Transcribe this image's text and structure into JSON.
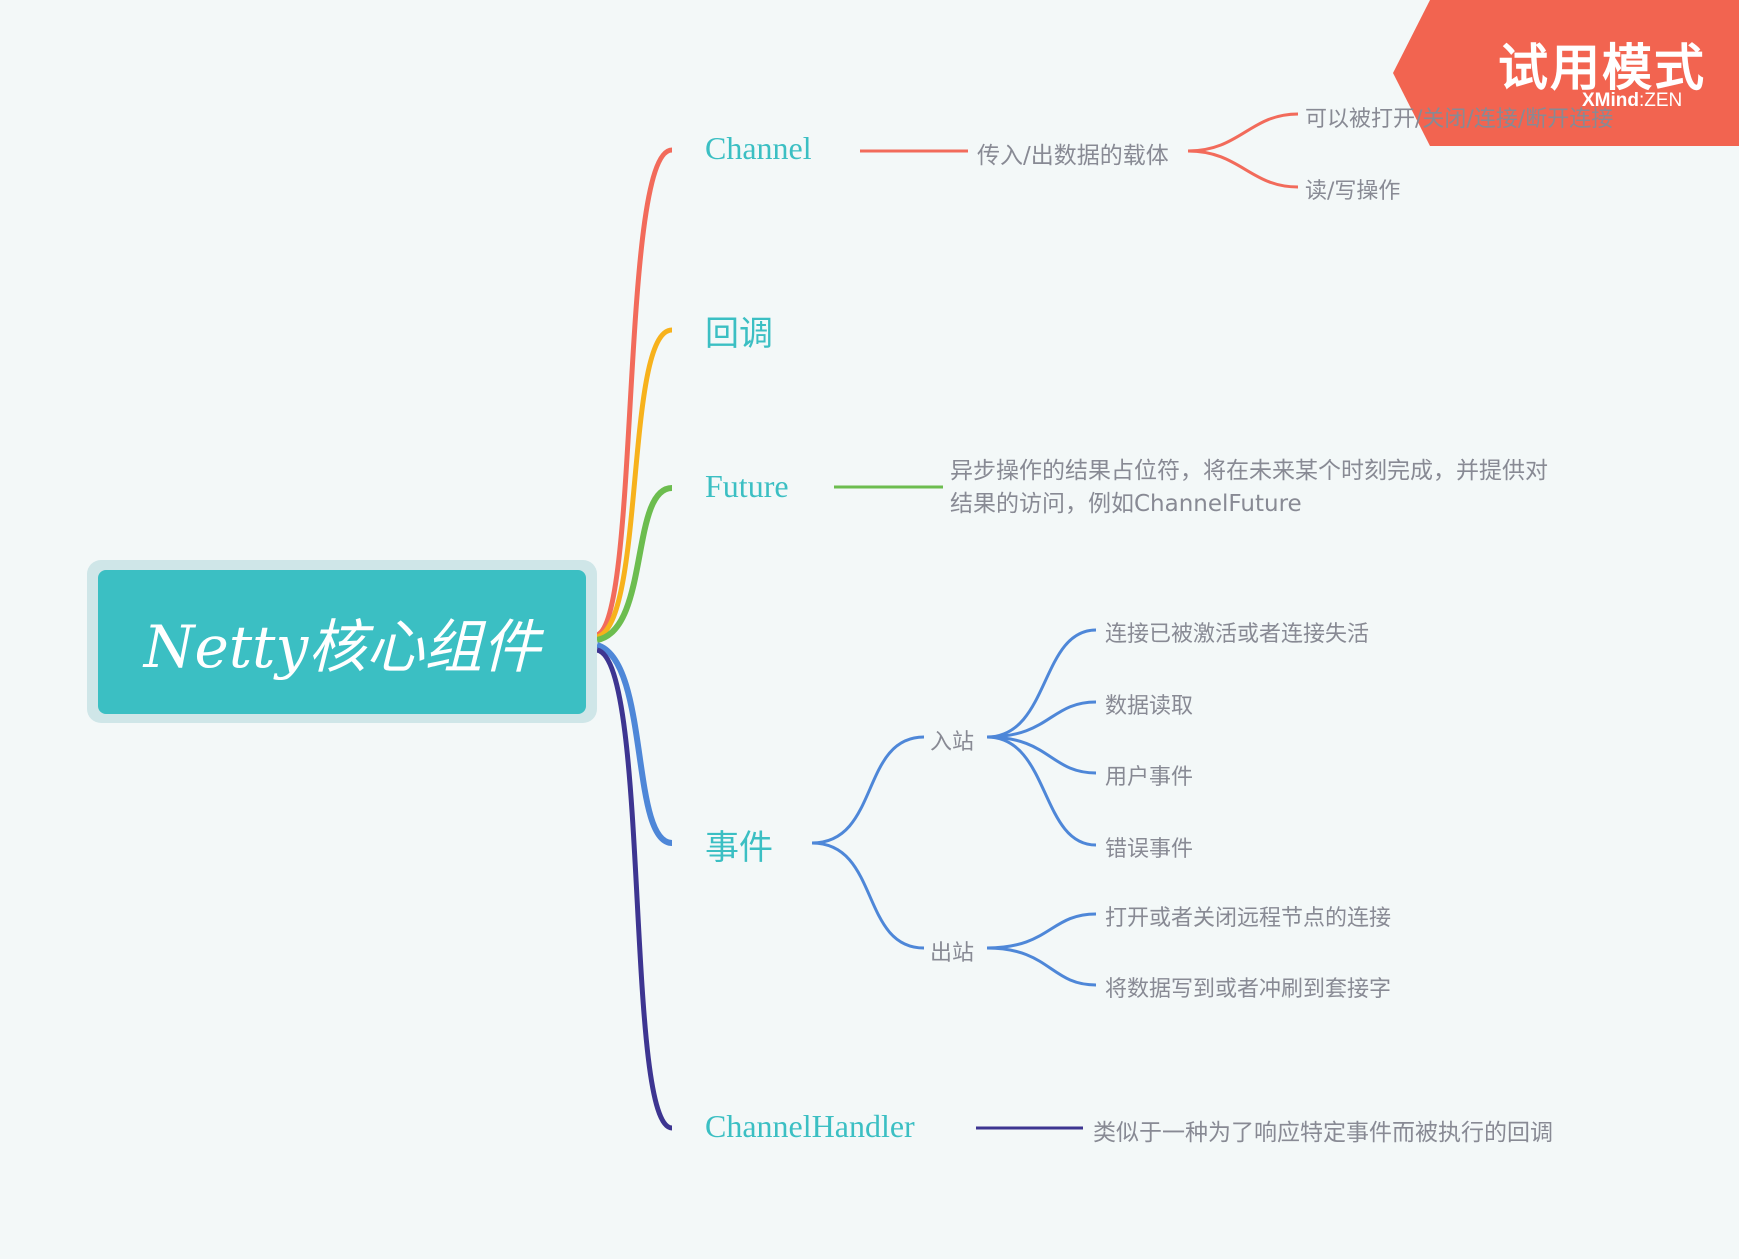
{
  "root": {
    "label": "Netty核心组件"
  },
  "colors": {
    "background": "#f3f8f8",
    "root_fill": "#3bbfc3",
    "root_halo": "#cfe6e8",
    "topic_text": "#3bbfc3",
    "sub_text": "#888a94",
    "branch_channel": "#f26b5b",
    "branch_callback": "#f7b21c",
    "branch_future": "#6cbd4f",
    "branch_event": "#4e87d8",
    "branch_handler": "#3d3591",
    "badge": "#f26450"
  },
  "topics": {
    "channel": {
      "label": "Channel",
      "child": "传入/出数据的载体",
      "grandchildren": [
        "可以被打开/关闭/连接/断开连接",
        "读/写操作"
      ]
    },
    "callback": {
      "label": "回调"
    },
    "future": {
      "label": "Future",
      "child": "异步操作的结果占位符，将在未来某个时刻完成，并提供对结果的访问，例如ChannelFuture"
    },
    "event": {
      "label": "事件",
      "inbound": {
        "label": "入站",
        "items": [
          "连接已被激活或者连接失活",
          "数据读取",
          "用户事件",
          "错误事件"
        ]
      },
      "outbound": {
        "label": "出站",
        "items": [
          "打开或者关闭远程节点的连接",
          "将数据写到或者冲刷到套接字"
        ]
      }
    },
    "handler": {
      "label": "ChannelHandler",
      "child": "类似于一种为了响应特定事件而被执行的回调"
    }
  },
  "badge": {
    "title": "试用模式",
    "brand": "XMind",
    "separator": ":",
    "edition": "ZEN"
  }
}
